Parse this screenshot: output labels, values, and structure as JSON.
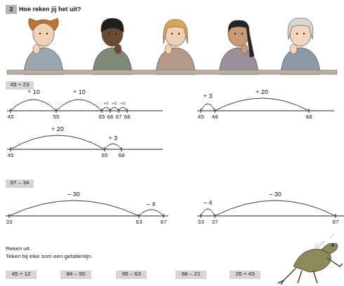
{
  "diagram": {
    "title": "Hoe reken jij het uit?",
    "nodes": [
      {
        "text": [
          "2"
        ]
      },
      {
        "text": [
          "45 + 23"
        ]
      },
      {
        "text": [
          "67 – 34"
        ]
      },
      {
        "text": [
          "45 + 12"
        ]
      },
      {
        "text": [
          "84 – 50"
        ]
      },
      {
        "text": [
          "95 – 63"
        ]
      },
      {
        "text": [
          "66 – 21"
        ]
      },
      {
        "text": [
          "26 + 43"
        ]
      }
    ],
    "labels": [
      "+ 10",
      "+ 10",
      "+1",
      "+1",
      "+1",
      "45",
      "55",
      "65",
      "66",
      "67",
      "68",
      "+ 3",
      "+ 20",
      "45",
      "48",
      "68",
      "+ 20",
      "+ 3",
      "45",
      "65",
      "68",
      "– 30",
      "– 4",
      "33",
      "63",
      "67",
      "– 4",
      "– 30",
      "33",
      "37",
      "67",
      "Reken uit.",
      "Teken bij elke som een getallenlijn."
    ]
  }
}
